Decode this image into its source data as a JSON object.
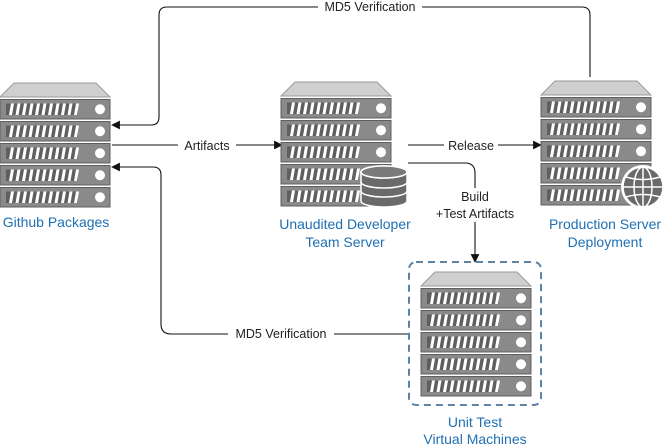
{
  "colors": {
    "label": "#1f6fb2",
    "server_top": "#cfcfcf",
    "server_body": "#8a8a8a",
    "server_body_dark": "#5f5f5f",
    "unit_border": "#5c84a8",
    "edge": "#111111"
  },
  "nodes": {
    "github": {
      "label": "Github Packages",
      "icon": "server-rack-icon"
    },
    "dev": {
      "label_line1": "Unaudited Developer",
      "label_line2": "Team Server",
      "icon": "server-rack-icon",
      "badge": "database-icon"
    },
    "prod": {
      "label_line1": "Production Server",
      "label_line2": "Deployment",
      "icon": "server-rack-icon",
      "badge": "globe-icon"
    },
    "unit": {
      "label_line1": "Unit Test",
      "label_line2": "Virtual Machines",
      "icon": "server-rack-icon"
    }
  },
  "edges": {
    "md5_top": {
      "label": "MD5 Verification"
    },
    "artifacts": {
      "label": "Artifacts"
    },
    "release": {
      "label": "Release"
    },
    "build_line1": "Build",
    "build_line2": "+Test Artifacts",
    "md5_bottom": {
      "label": "MD5 Verification"
    }
  }
}
